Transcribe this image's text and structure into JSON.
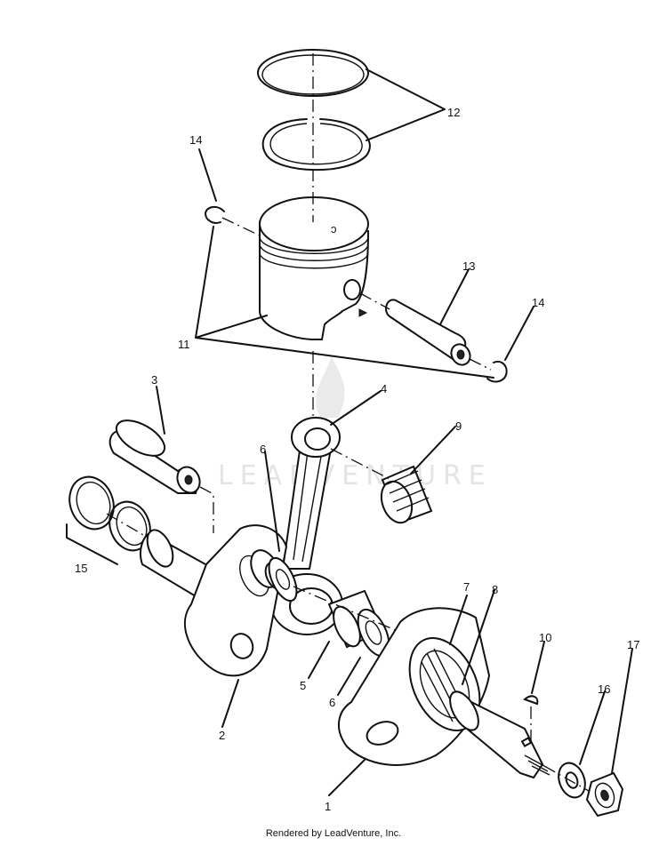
{
  "watermark": "LEADVENTURE",
  "footer": "Rendered by LeadVenture, Inc.",
  "callouts": {
    "c1": "1",
    "c2": "2",
    "c3": "3",
    "c4": "4",
    "c5": "5",
    "c6a": "6",
    "c6b": "6",
    "c7": "7",
    "c8": "8",
    "c9": "9",
    "c10": "10",
    "c11": "11",
    "c12": "12",
    "c13": "13",
    "c14a": "14",
    "c14b": "14",
    "c15": "15",
    "c16": "16",
    "c17": "17"
  }
}
